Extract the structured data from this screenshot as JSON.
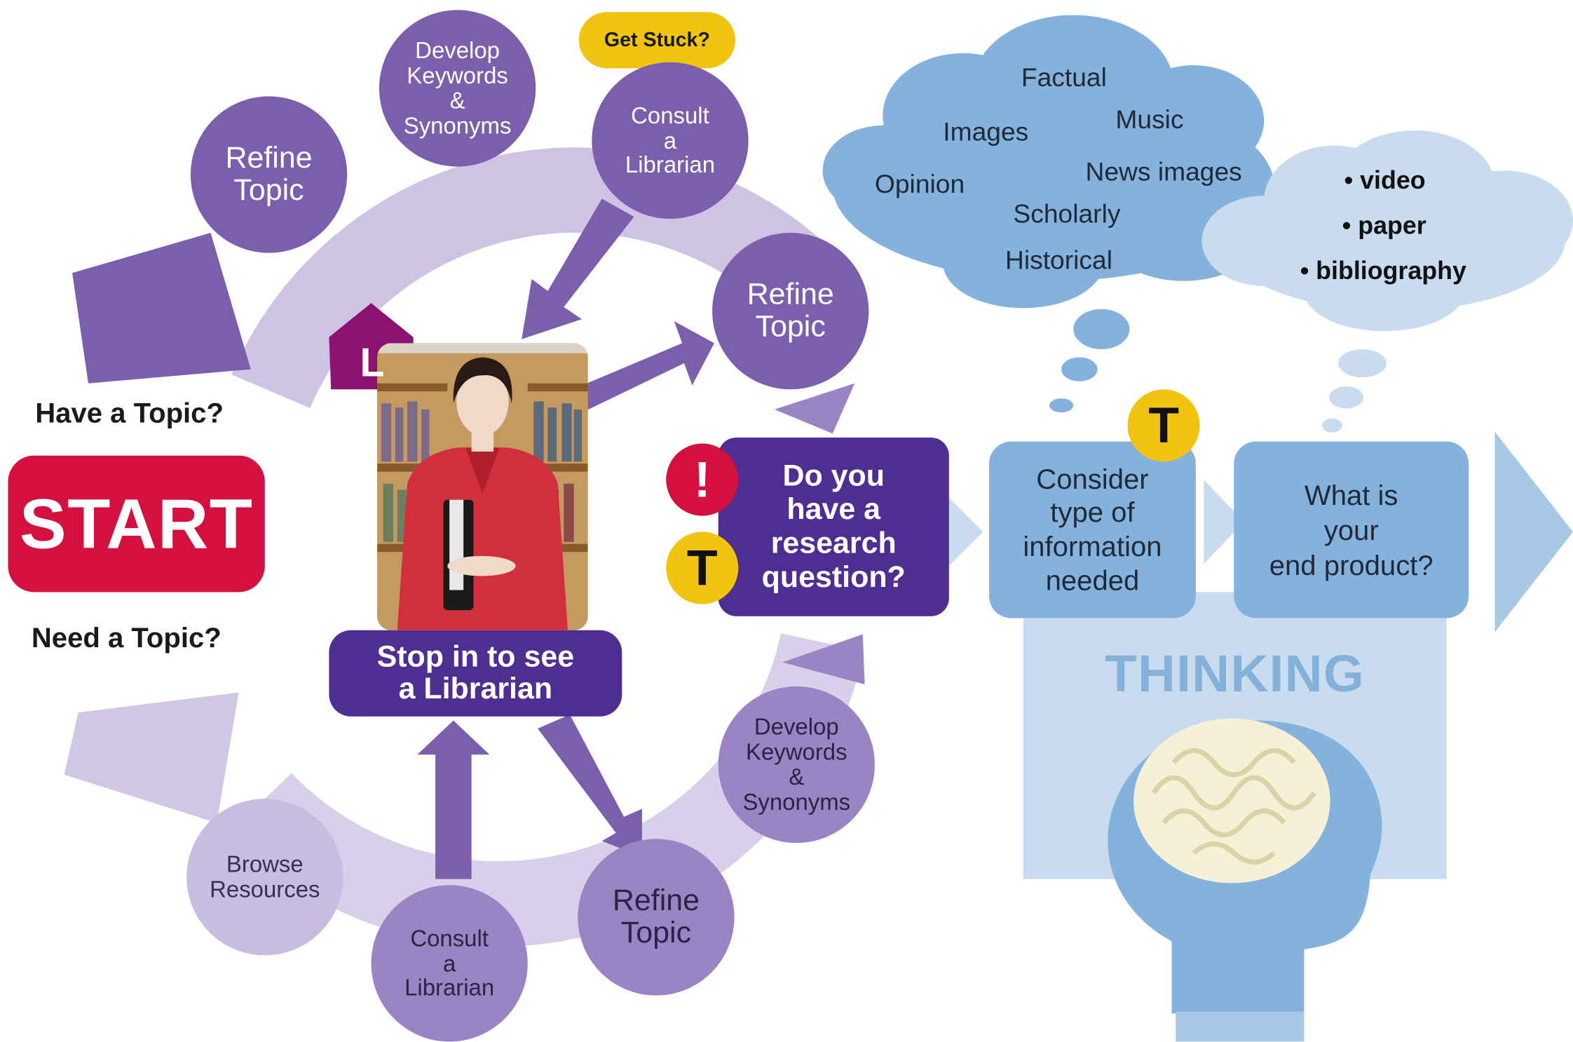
{
  "left": {
    "have_topic": "Have a Topic?",
    "start": "START",
    "need_topic": "Need a Topic?"
  },
  "cycle": {
    "refine_topic_top": "Refine\nTopic",
    "develop_keywords_top": "Develop\nKeywords\n&\nSynonyms",
    "get_stuck": "Get Stuck?",
    "consult_librarian_top": "Consult\na\nLibrarian",
    "refine_topic_right": "Refine\nTopic",
    "develop_keywords_bottom": "Develop\nKeywords\n&\nSynonyms",
    "refine_topic_bottom": "Refine\nTopic",
    "consult_librarian_bottom": "Consult\na\nLibrarian",
    "browse_resources": "Browse\nResources"
  },
  "librarian": {
    "badge": "L",
    "stop_in": "Stop in to see\na Librarian"
  },
  "research": {
    "question": "Do you\nhave a\nresearch\nquestion?",
    "exclaim_badge": "!",
    "t_badge": "T"
  },
  "thinking": {
    "consider": "Consider\ntype of\ninformation\nneeded",
    "t_badge": "T",
    "end_product": "What is\nyour\nend product?",
    "title": "THINKING"
  },
  "cloud_types": [
    "Factual",
    "Images",
    "Music",
    "Opinion",
    "News images",
    "Scholarly",
    "Historical"
  ],
  "cloud_products": [
    "• video",
    "• paper",
    "• bibliography"
  ],
  "colors": {
    "purple_dark": "#7b5fad",
    "purple_deep": "#4f2e91",
    "purple_light": "#c8bde0",
    "start_red": "#d4103f",
    "badge_yellow": "#f2c40f",
    "badge_magenta": "#8a1270",
    "blue_box": "#85b2dc",
    "blue_light": "#c9dcef",
    "thinking_text": "#84b1d9"
  }
}
